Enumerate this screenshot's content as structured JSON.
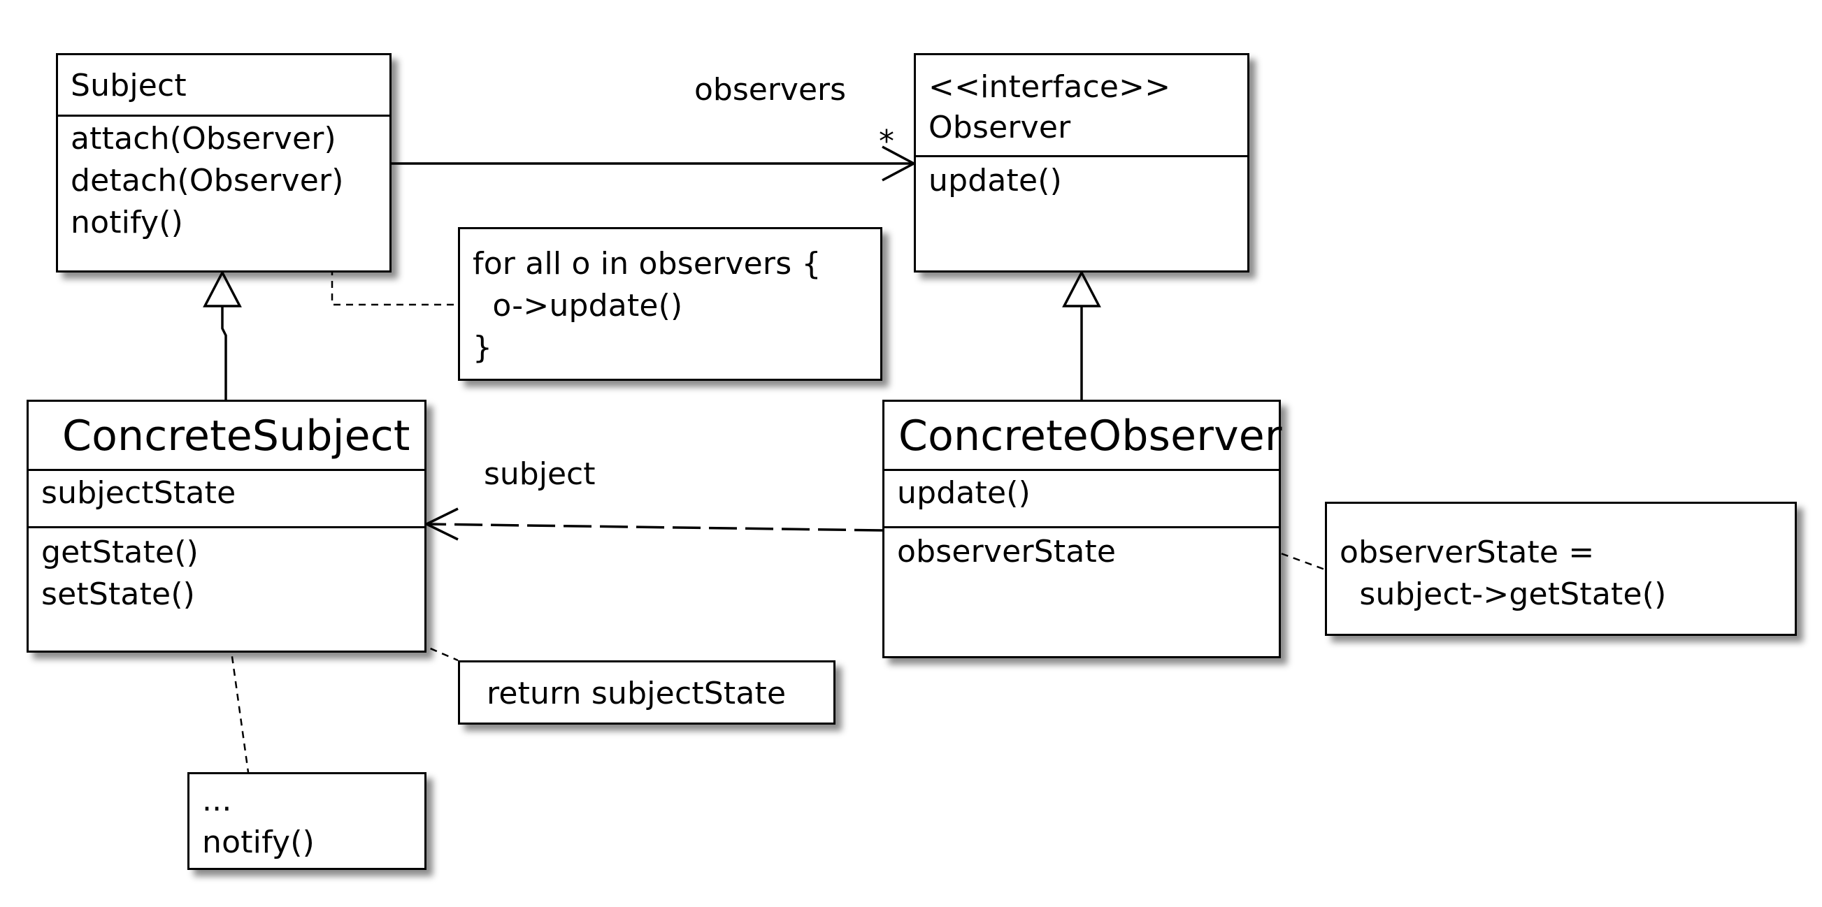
{
  "classes": {
    "subject": {
      "name": "Subject",
      "methods": [
        "attach(Observer)",
        "detach(Observer)",
        "notify()"
      ]
    },
    "observer": {
      "stereotype": "<<interface>>",
      "name": "Observer",
      "methods": [
        "update()"
      ]
    },
    "concrete_subject": {
      "name": "ConcreteSubject",
      "attributes": [
        "subjectState"
      ],
      "methods": [
        "getState()",
        "setState()"
      ]
    },
    "concrete_observer": {
      "name": "ConcreteObserver",
      "methods": [
        "update()"
      ],
      "attributes": [
        "observerState"
      ]
    }
  },
  "notes": {
    "notify_note": [
      "for all o in observers {",
      "  o->update()",
      "}"
    ],
    "getstate_note": [
      "return subjectState"
    ],
    "setstate_note": [
      "...",
      "notify()"
    ],
    "update_note": [
      "observerState =",
      "  subject->getState()"
    ]
  },
  "associations": {
    "observers_role": "observers",
    "observers_multiplicity": "*",
    "subject_role": "subject"
  }
}
